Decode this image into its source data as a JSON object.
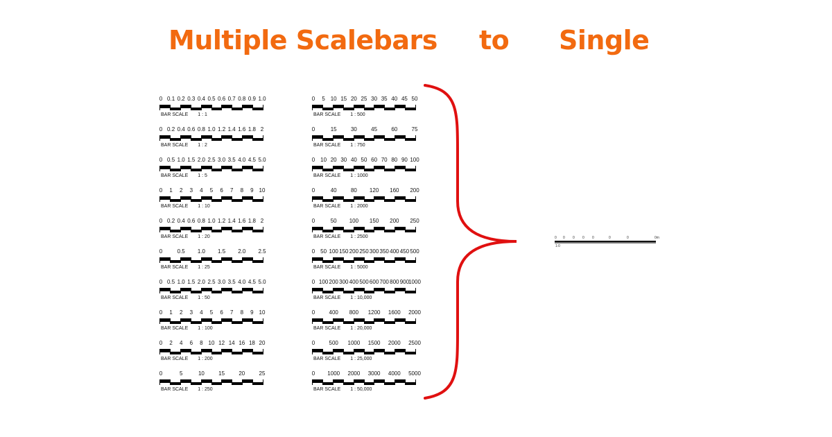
{
  "title": {
    "part1": "Multiple Scalebars",
    "part2": "to",
    "part3": "Single",
    "color": "#f26a10"
  },
  "brace_color": "#e01010",
  "caption_prefix": "BAR SCALE",
  "left_column": [
    {
      "scale": "1 : 1",
      "labels": [
        "0",
        "0.1",
        "0.2",
        "0.3",
        "0.4",
        "0.5",
        "0.6",
        "0.7",
        "0.8",
        "0.9",
        "1.0"
      ]
    },
    {
      "scale": "1 : 2",
      "labels": [
        "0",
        "0.2",
        "0.4",
        "0.6",
        "0.8",
        "1.0",
        "1.2",
        "1.4",
        "1.6",
        "1.8",
        "2"
      ]
    },
    {
      "scale": "1 : 5",
      "labels": [
        "0",
        "0.5",
        "1.0",
        "1.5",
        "2.0",
        "2.5",
        "3.0",
        "3.5",
        "4.0",
        "4.5",
        "5.0"
      ]
    },
    {
      "scale": "1 : 10",
      "labels": [
        "0",
        "1",
        "2",
        "3",
        "4",
        "5",
        "6",
        "7",
        "8",
        "9",
        "10"
      ]
    },
    {
      "scale": "1 : 20",
      "labels": [
        "0",
        "0.2",
        "0.4",
        "0.6",
        "0.8",
        "1.0",
        "1.2",
        "1.4",
        "1.6",
        "1.8",
        "2"
      ]
    },
    {
      "scale": "1 : 25",
      "labels": [
        "0",
        "0.5",
        "1.0",
        "1.5",
        "2.0",
        "2.5"
      ]
    },
    {
      "scale": "1 : 50",
      "labels": [
        "0",
        "0.5",
        "1.0",
        "1.5",
        "2.0",
        "2.5",
        "3.0",
        "3.5",
        "4.0",
        "4.5",
        "5.0"
      ]
    },
    {
      "scale": "1 : 100",
      "labels": [
        "0",
        "1",
        "2",
        "3",
        "4",
        "5",
        "6",
        "7",
        "8",
        "9",
        "10"
      ]
    },
    {
      "scale": "1 : 200",
      "labels": [
        "0",
        "2",
        "4",
        "6",
        "8",
        "10",
        "12",
        "14",
        "16",
        "18",
        "20"
      ]
    },
    {
      "scale": "1 : 250",
      "labels": [
        "0",
        "5",
        "10",
        "15",
        "20",
        "25"
      ]
    }
  ],
  "right_column": [
    {
      "scale": "1 : 500",
      "labels": [
        "0",
        "5",
        "10",
        "15",
        "20",
        "25",
        "30",
        "35",
        "40",
        "45",
        "50"
      ]
    },
    {
      "scale": "1 : 750",
      "labels": [
        "0",
        "15",
        "30",
        "45",
        "60",
        "75"
      ]
    },
    {
      "scale": "1 : 1000",
      "labels": [
        "0",
        "10",
        "20",
        "30",
        "40",
        "50",
        "60",
        "70",
        "80",
        "90",
        "100"
      ]
    },
    {
      "scale": "1 : 2000",
      "labels": [
        "0",
        "40",
        "80",
        "120",
        "160",
        "200"
      ]
    },
    {
      "scale": "1 : 2500",
      "labels": [
        "0",
        "50",
        "100",
        "150",
        "200",
        "250"
      ]
    },
    {
      "scale": "1 : 5000",
      "labels": [
        "0",
        "50",
        "100",
        "150",
        "200",
        "250",
        "300",
        "350",
        "400",
        "450",
        "500"
      ]
    },
    {
      "scale": "1 : 10,000",
      "labels": [
        "0",
        "100",
        "200",
        "300",
        "400",
        "500",
        "600",
        "700",
        "800",
        "900",
        "1000"
      ]
    },
    {
      "scale": "1 : 20,000",
      "labels": [
        "0",
        "400",
        "800",
        "1200",
        "1600",
        "2000"
      ]
    },
    {
      "scale": "1 : 25,000",
      "labels": [
        "0",
        "500",
        "1000",
        "1500",
        "2000",
        "2500"
      ]
    },
    {
      "scale": "1 : 50,000",
      "labels": [
        "0",
        "1000",
        "2000",
        "3000",
        "4000",
        "5000"
      ]
    }
  ],
  "single": {
    "labels": [
      "0",
      "0",
      "0",
      "0",
      "0",
      "0",
      "0",
      "0m"
    ],
    "sublabel": "1:0"
  }
}
